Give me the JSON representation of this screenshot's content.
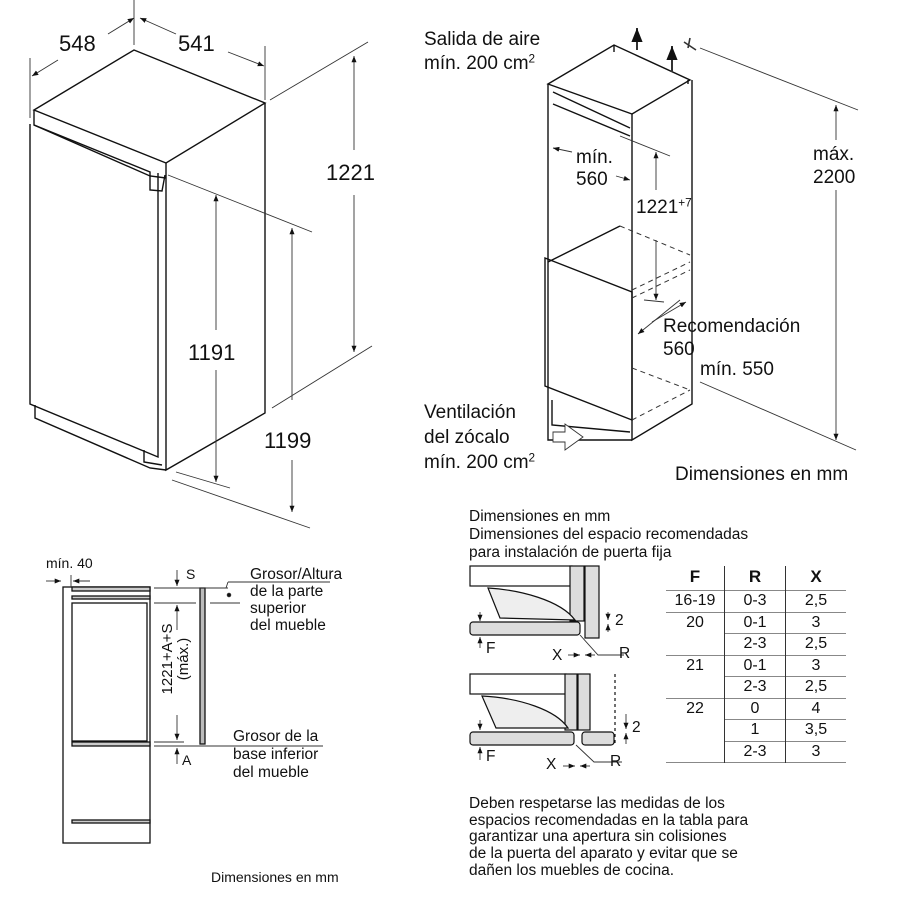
{
  "figure_1_isometric": {
    "depth": "548",
    "width": "541",
    "height_total": "1221",
    "height_door": "1191",
    "height_side": "1199"
  },
  "figure_2_niche": {
    "air_outlet_line1": "Salida de aire",
    "air_outlet_line2": "mín. 200 cm",
    "air_outlet_sup": "2",
    "max_label": "máx.",
    "max_value": "2200",
    "min_label": "mín.",
    "min_value": "560",
    "niche_height": "1221",
    "niche_height_tol": "+7",
    "recommendation_label": "Recomendación",
    "recommendation_value": "560",
    "min_depth": "mín. 550",
    "plinth_line1": "Ventilación",
    "plinth_line2": "del zócalo",
    "plinth_line3": "mín. 200 cm",
    "plinth_sup": "2",
    "units": "Dimensiones en mm"
  },
  "figure_3_section": {
    "min_gap": "mín. 40",
    "s_label": "S",
    "a_label": "A",
    "formula": "1221+A+S",
    "formula_sub": "(máx.)",
    "top_line1": "Grosor/Altura",
    "top_line2": "de la parte",
    "top_line3": "superior",
    "top_line4": "del mueble",
    "base_line1": "Grosor de la",
    "base_line2": "base inferior",
    "base_line3": "del mueble",
    "units": "Dimensiones en mm"
  },
  "figure_4_hinge": {
    "units": "Dimensiones en mm",
    "title_line1": "Dimensiones del espacio recomendadas",
    "title_line2": "para instalación de puerta fija",
    "labels": {
      "f": "F",
      "r": "R",
      "x": "X",
      "gap": "2"
    },
    "table": {
      "headers": [
        "F",
        "R",
        "X"
      ],
      "rows": [
        [
          "16-19",
          "0-3",
          "2,5"
        ],
        [
          "20",
          "0-1",
          "3"
        ],
        [
          "",
          "2-3",
          "2,5"
        ],
        [
          "21",
          "0-1",
          "3"
        ],
        [
          "",
          "2-3",
          "2,5"
        ],
        [
          "22",
          "0",
          "4"
        ],
        [
          "",
          "1",
          "3,5"
        ],
        [
          "",
          "2-3",
          "3"
        ]
      ]
    },
    "note_lines": [
      "Deben respetarse las medidas de los",
      "espacios recomendadas en la tabla para",
      "garantizar una apertura sin colisiones",
      "de la puerta del aparato y evitar que se",
      "dañen los muebles de cocina."
    ]
  }
}
